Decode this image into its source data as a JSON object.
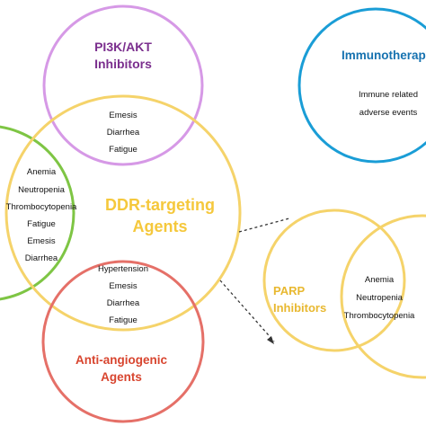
{
  "colors": {
    "ddr": "#f5d36a",
    "pi3k": "#d699e6",
    "pi3k_text": "#7b2f8e",
    "immuno": "#1a9dd6",
    "immuno_text": "#1672b0",
    "green": "#7ec544",
    "angio": "#e57068",
    "angio_text": "#d8452f",
    "parp": "#f5d36a",
    "parp_text": "#e8b830",
    "ddr_text": "#f5c83c",
    "dash": "#333333"
  },
  "ddr": {
    "title_line1": "DDR-targeting",
    "title_line2": "Agents"
  },
  "pi3k": {
    "title_line1": "PI3K/AKT",
    "title_line2": "Inhibitors",
    "overlap": [
      "Emesis",
      "Diarrhea",
      "Fatigue"
    ]
  },
  "immuno": {
    "title": "Immunotherapy",
    "events_line1": "Immune related",
    "events_line2": "adverse events"
  },
  "green_overlap": [
    "Anemia",
    "Neutropenia",
    "Thrombocytopenia",
    "Fatigue",
    "Emesis",
    "Diarrhea"
  ],
  "angio": {
    "title_line1": "Anti-angiogenic",
    "title_line2": "Agents",
    "overlap": [
      "Hypertension",
      "Emesis",
      "Diarrhea",
      "Fatigue"
    ]
  },
  "parp": {
    "title_line1": "PARP",
    "title_line2": "Inhibitors",
    "overlap": [
      "Anemia",
      "Neutropenia",
      "Thrombocytopenia"
    ]
  }
}
